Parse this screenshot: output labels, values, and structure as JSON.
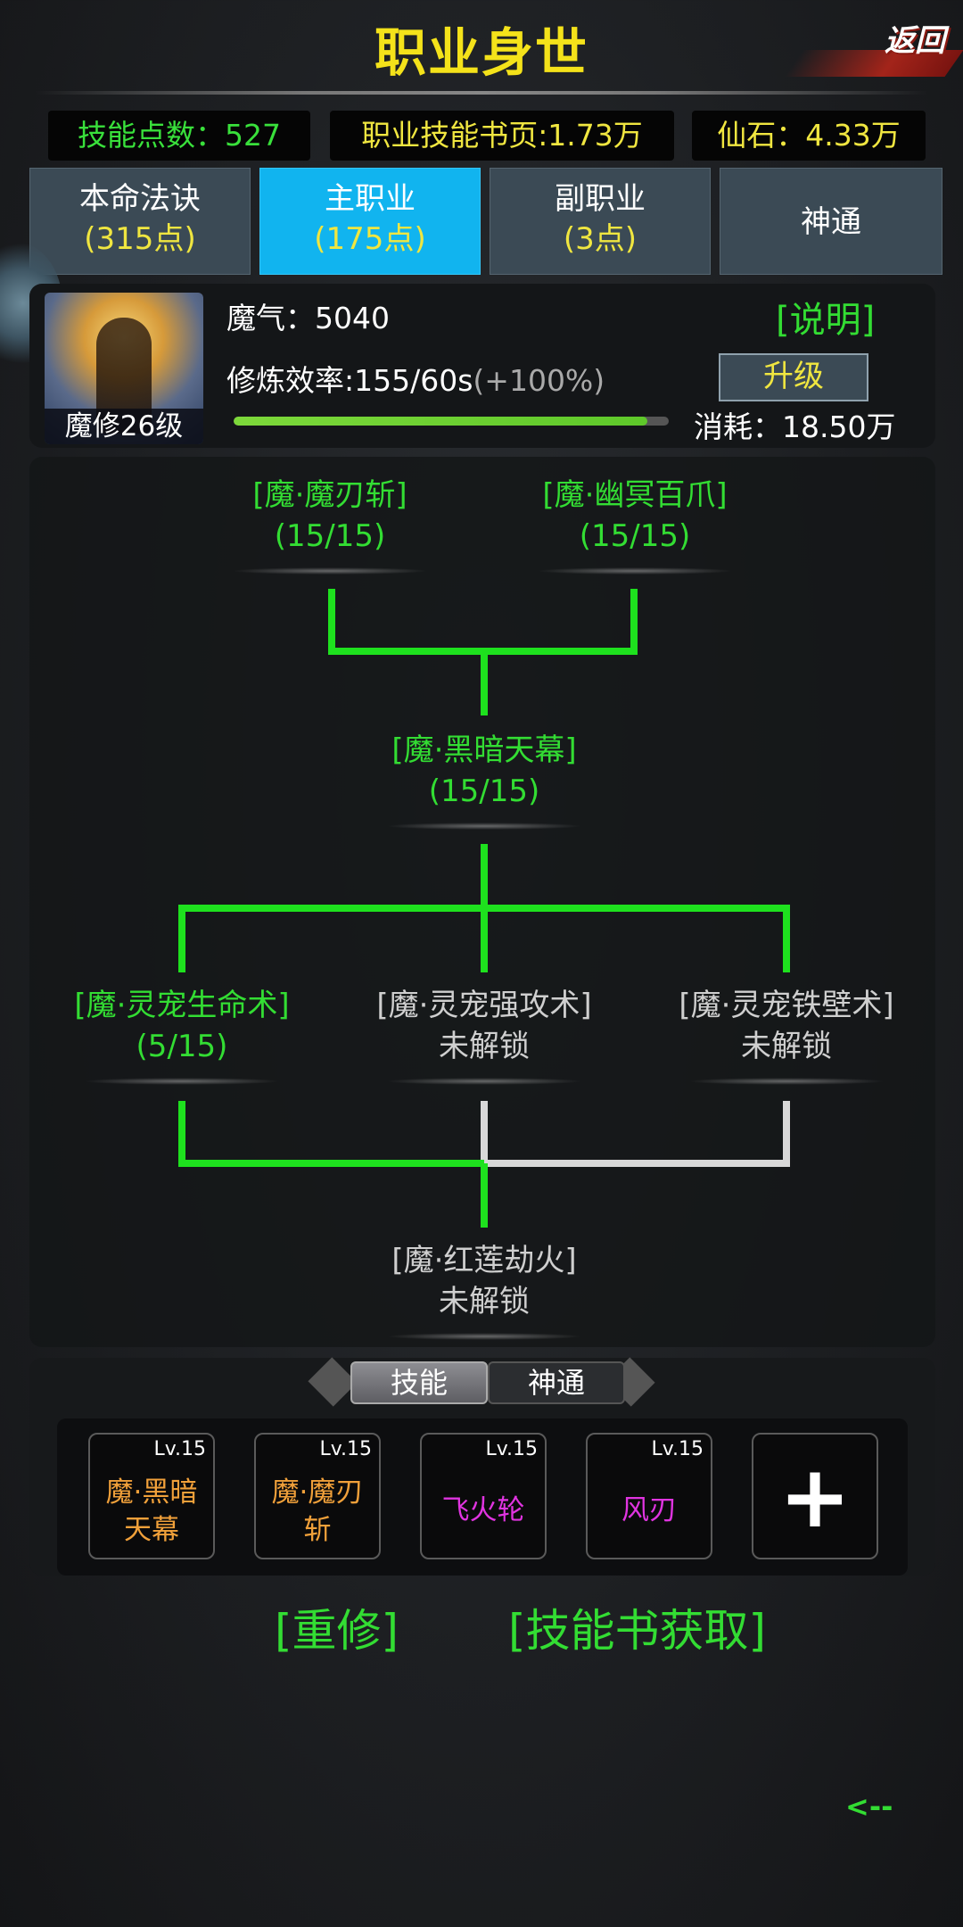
{
  "header": {
    "title": "职业身世",
    "back_label": "返回"
  },
  "stats": {
    "skill_points": "技能点数：527",
    "skill_book": "职业技能书页:1.73万",
    "immortal_stone": "仙石：4.33万"
  },
  "tabs": [
    {
      "label": "本命法诀",
      "points": "(315点)"
    },
    {
      "label": "主职业",
      "points": "(175点)"
    },
    {
      "label": "副职业",
      "points": "(3点)"
    },
    {
      "label": "神通",
      "points": ""
    }
  ],
  "profile": {
    "level": "魔修26级",
    "magic": "魔气：5040",
    "rate": "修炼效率:155/60s",
    "rate_bonus": "(+100%)",
    "progress": 0.95,
    "explain": "[说明]",
    "upgrade": "升级",
    "cost": "消耗：18.50万"
  },
  "tree": {
    "n1": {
      "name": "[魔·魔刃斩]",
      "status": "(15/15)"
    },
    "n2": {
      "name": "[魔·幽冥百爪]",
      "status": "(15/15)"
    },
    "n3": {
      "name": "[魔·黑暗天幕]",
      "status": "(15/15)"
    },
    "n4": {
      "name": "[魔·灵宠生命术]",
      "status": "(5/15)"
    },
    "n5": {
      "name": "[魔·灵宠强攻术]",
      "status": "未解锁"
    },
    "n6": {
      "name": "[魔·灵宠铁壁术]",
      "status": "未解锁"
    },
    "n7": {
      "name": "[魔·红莲劫火]",
      "status": "未解锁"
    }
  },
  "skill_bar": {
    "toggle_skill": "技能",
    "toggle_shen": "神通",
    "slots": [
      {
        "lv": "Lv.15",
        "name": "魔·黑暗天幕"
      },
      {
        "lv": "Lv.15",
        "name": "魔·魔刃斩"
      },
      {
        "lv": "Lv.15",
        "name": "飞火轮"
      },
      {
        "lv": "Lv.15",
        "name": "风刃"
      }
    ],
    "add": "+"
  },
  "footer": {
    "reset": "[重修]",
    "get_book": "[技能书获取]",
    "arrow": "<--"
  },
  "colors": {
    "title": "#f4e21a",
    "green": "#33dd33",
    "yellow": "#f0e640",
    "tab_active": "#11b4ef"
  }
}
